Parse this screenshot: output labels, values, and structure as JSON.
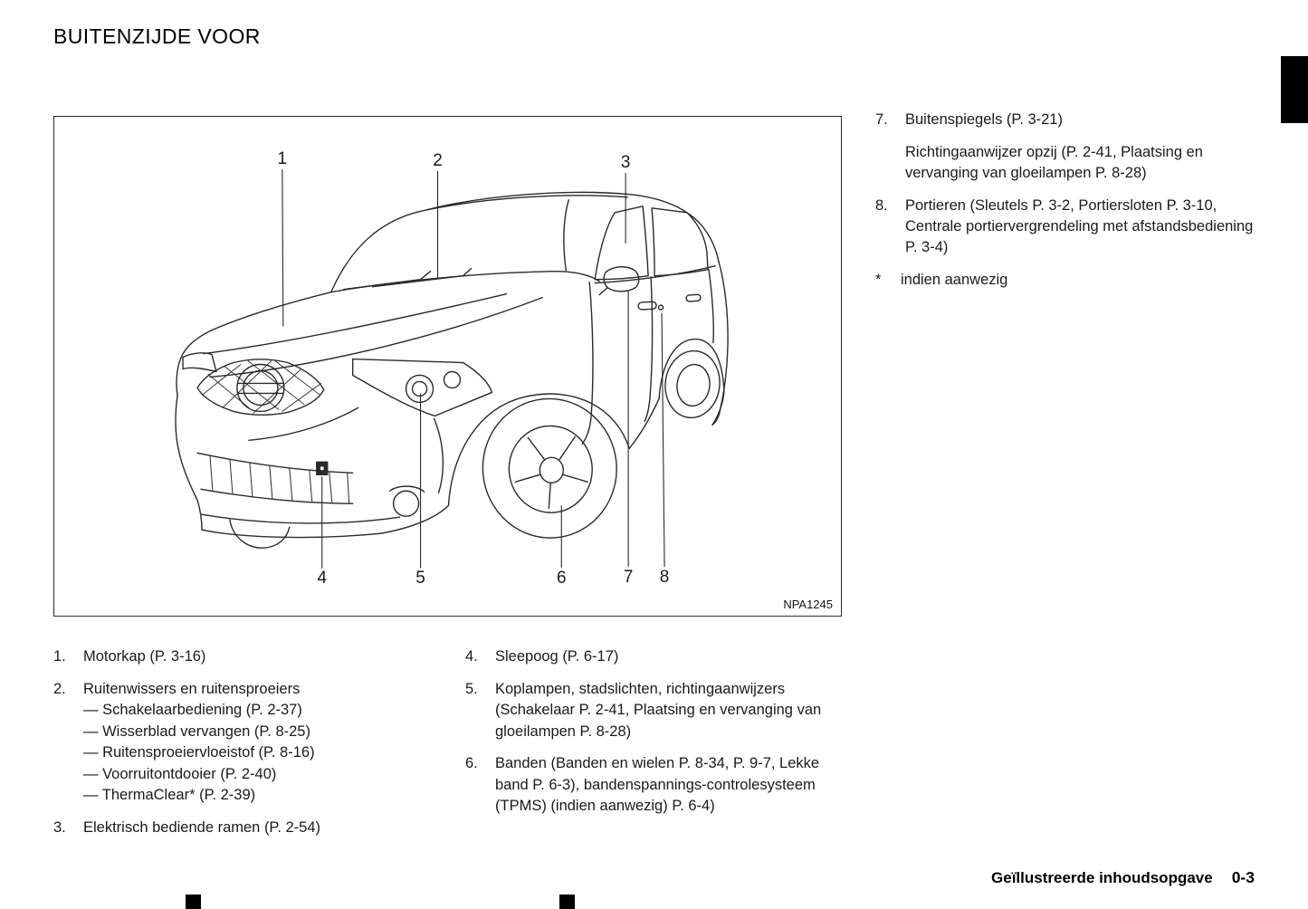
{
  "page": {
    "title": "BUITENZIJDE VOOR",
    "footer_label": "Geïllustreerde inhoudsopgave",
    "footer_page": "0-3"
  },
  "colors": {
    "ink": "#1a1a1a",
    "line": "#2a2a2a",
    "tab": "#000000"
  },
  "figure": {
    "code": "NPA1245",
    "callout_labels": [
      "1",
      "2",
      "3",
      "4",
      "5",
      "6",
      "7",
      "8"
    ]
  },
  "right_column": {
    "item7_num": "7.",
    "item7_text": "Buitenspiegels (P. 3-21)",
    "item7_sub": "Richtingaanwijzer opzij (P. 2-41, Plaatsing en vervanging van gloeilampen P. 8-28)",
    "item8_num": "8.",
    "item8_text": "Portieren (Sleutels P. 3-2, Portiersloten P. 3-10, Centrale portiervergrendeling met afstandsbediening P. 3-4)",
    "note_marker": "*",
    "note_text": "indien aanwezig"
  },
  "legend_left": [
    {
      "num": "1.",
      "text": "Motorkap (P. 3-16)"
    },
    {
      "num": "2.",
      "text": "Ruitenwissers en ruitensproeiers",
      "subitems": [
        "— Schakelaarbediening (P. 2-37)",
        "— Wisserblad vervangen (P. 8-25)",
        "— Ruitensproeiervloeistof (P. 8-16)",
        "— Voorruitontdooier (P. 2-40)",
        "— ThermaClear* (P. 2-39)"
      ]
    },
    {
      "num": "3.",
      "text": "Elektrisch bediende ramen (P. 2-54)"
    }
  ],
  "legend_right": [
    {
      "num": "4.",
      "text": "Sleepoog (P. 6-17)"
    },
    {
      "num": "5.",
      "text": "Koplampen, stadslichten, richtingaanwijzers (Schakelaar P. 2-41, Plaatsing en vervanging van gloeilampen P. 8-28)"
    },
    {
      "num": "6.",
      "text": "Banden (Banden en wielen P. 8-34, P. 9-7, Lekke band P. 6-3), bandenspannings-controlesysteem (TPMS) (indien aanwezig) P. 6-4)"
    }
  ]
}
